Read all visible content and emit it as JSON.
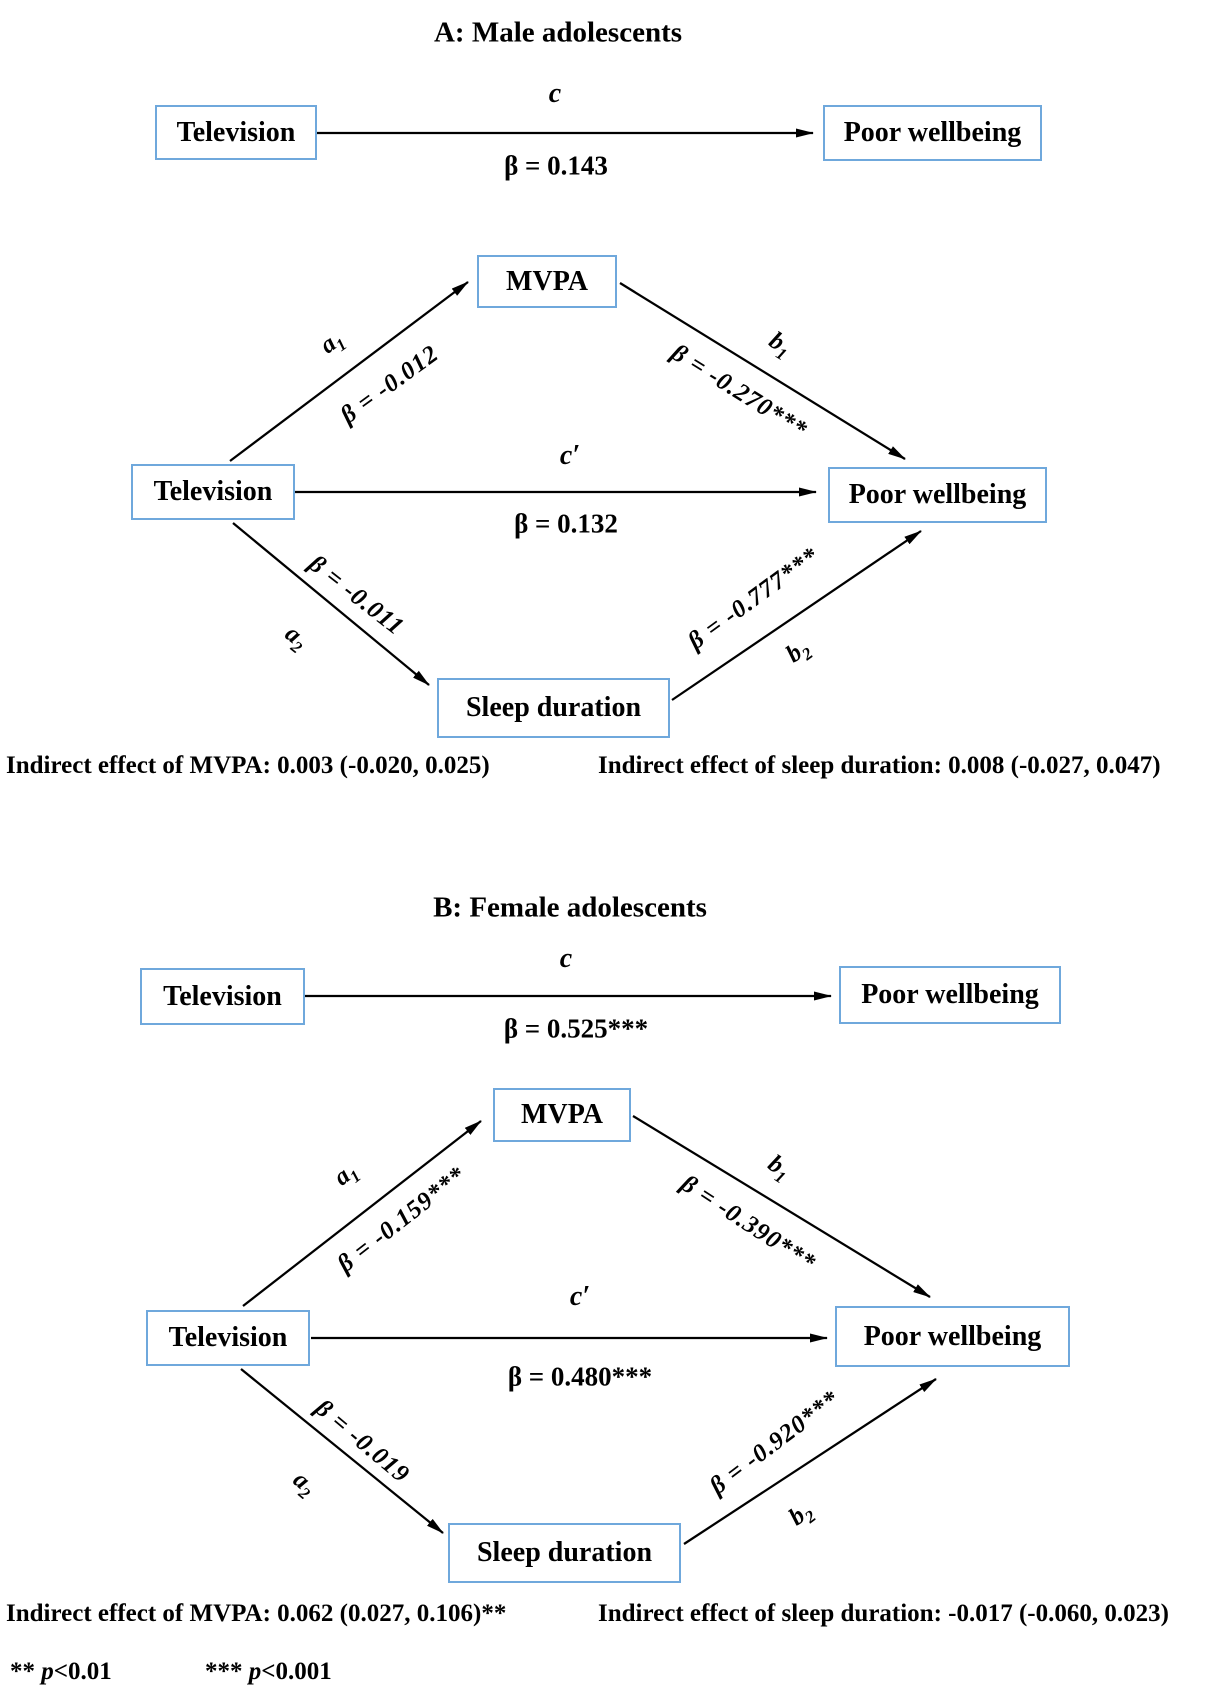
{
  "theme": {
    "accent_color": "#6fa8dc",
    "line_color": "#000000"
  },
  "panel_a": {
    "title": "A: Male adolescents",
    "simple": {
      "predictor": "Television",
      "outcome": "Poor wellbeing",
      "path_label": "c",
      "beta": "β = 0.143"
    },
    "mediation": {
      "predictor": "Television",
      "mediator1": "MVPA",
      "mediator2": "Sleep duration",
      "outcome": "Poor wellbeing",
      "a1": {
        "base": "a",
        "sub": "1",
        "beta": "β = -0.012"
      },
      "b1": {
        "base": "b",
        "sub": "1",
        "beta": "β = -0.270***"
      },
      "c_prime": {
        "label": "c′",
        "beta": "β = 0.132"
      },
      "a2": {
        "base": "a",
        "sub": "2",
        "beta": "β = -0.011"
      },
      "b2": {
        "base": "b",
        "sub": "2",
        "beta": "β = -0.777***"
      }
    },
    "indirect_mvpa": "Indirect effect of MVPA: 0.003 (-0.020, 0.025)",
    "indirect_sleep": "Indirect effect of sleep duration: 0.008 (-0.027, 0.047)"
  },
  "panel_b": {
    "title": "B: Female adolescents",
    "simple": {
      "predictor": "Television",
      "outcome": "Poor wellbeing",
      "path_label": "c",
      "beta": "β = 0.525***"
    },
    "mediation": {
      "predictor": "Television",
      "mediator1": "MVPA",
      "mediator2": "Sleep duration",
      "outcome": "Poor wellbeing",
      "a1": {
        "base": "a",
        "sub": "1",
        "beta": "β = -0.159***"
      },
      "b1": {
        "base": "b",
        "sub": "1",
        "beta": "β = -0.390***"
      },
      "c_prime": {
        "label": "c′",
        "beta": "β = 0.480***"
      },
      "a2": {
        "base": "a",
        "sub": "2",
        "beta": "β = -0.019"
      },
      "b2": {
        "base": "b",
        "sub": "2",
        "beta": "β = -0.920***"
      }
    },
    "indirect_mvpa": "Indirect effect of MVPA: 0.062 (0.027, 0.106)**",
    "indirect_sleep": "Indirect effect of sleep duration: -0.017 (-0.060, 0.023)"
  },
  "footnote": {
    "sig2": {
      "stars": "**",
      "p": "p",
      "value": "<0.01"
    },
    "sig3": {
      "stars": "***",
      "p": "p",
      "value": "<0.001"
    }
  }
}
